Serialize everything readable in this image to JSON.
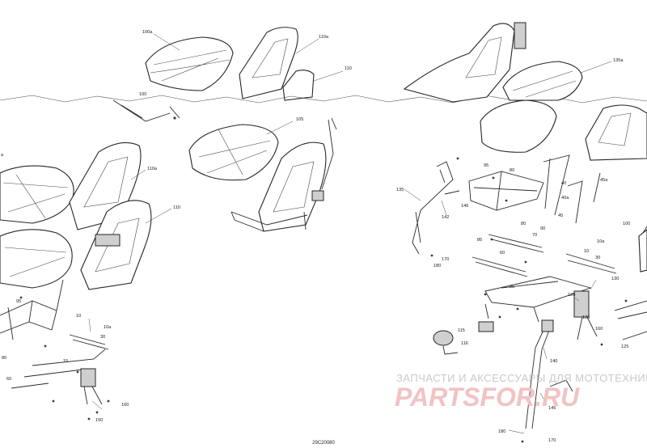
{
  "figure_code": "29C20080",
  "watermark": {
    "text": "ЗАПЧАСТИ И АКСЕССУАРЫ ДЛЯ МОТОТЕХНИКИ",
    "logo": "PARTSFOR.RU"
  },
  "callouts": [
    {
      "id": "c100a-top",
      "text": "100a"
    },
    {
      "id": "c110a-top",
      "text": "110a"
    },
    {
      "id": "c110-top",
      "text": "110"
    },
    {
      "id": "c100-top",
      "text": "100"
    },
    {
      "id": "c105",
      "text": "105"
    },
    {
      "id": "c110a-left",
      "text": "110a"
    },
    {
      "id": "c110-left",
      "text": "110"
    },
    {
      "id": "ca-left",
      "text": "a"
    },
    {
      "id": "c135a",
      "text": "135a"
    },
    {
      "id": "c135",
      "text": "135"
    },
    {
      "id": "c142",
      "text": "142"
    },
    {
      "id": "c146",
      "text": "146"
    },
    {
      "id": "c95",
      "text": "95"
    },
    {
      "id": "c80-r1",
      "text": "80"
    },
    {
      "id": "c80-r2",
      "text": "80"
    },
    {
      "id": "c40",
      "text": "40"
    },
    {
      "id": "c45a",
      "text": "45a"
    },
    {
      "id": "c45",
      "text": "45"
    },
    {
      "id": "c40a",
      "text": "40a"
    },
    {
      "id": "c90",
      "text": "90"
    },
    {
      "id": "c85",
      "text": "85"
    },
    {
      "id": "c70",
      "text": "70"
    },
    {
      "id": "c60-r",
      "text": "60"
    },
    {
      "id": "c170-r1",
      "text": "170"
    },
    {
      "id": "c180-r1",
      "text": "180"
    },
    {
      "id": "c10a-r",
      "text": "10a"
    },
    {
      "id": "c10-r",
      "text": "10"
    },
    {
      "id": "c30-r",
      "text": "30"
    },
    {
      "id": "c130",
      "text": "130"
    },
    {
      "id": "c25",
      "text": "25"
    },
    {
      "id": "c120",
      "text": "120"
    },
    {
      "id": "c126",
      "text": "126"
    },
    {
      "id": "c115",
      "text": "115"
    },
    {
      "id": "c116",
      "text": "116"
    },
    {
      "id": "c160-r",
      "text": "160"
    },
    {
      "id": "c125",
      "text": "125"
    },
    {
      "id": "c140",
      "text": "140"
    },
    {
      "id": "c145",
      "text": "145"
    },
    {
      "id": "c180-r2",
      "text": "180"
    },
    {
      "id": "c170-r2",
      "text": "170"
    },
    {
      "id": "c100-r",
      "text": "100"
    },
    {
      "id": "c10-left",
      "text": "10"
    },
    {
      "id": "c10a-left",
      "text": "10a"
    },
    {
      "id": "c30-left",
      "text": "30"
    },
    {
      "id": "c15",
      "text": "15"
    },
    {
      "id": "c80-left",
      "text": "80"
    },
    {
      "id": "c60-left",
      "text": "60"
    },
    {
      "id": "c150",
      "text": "150"
    },
    {
      "id": "c160-left",
      "text": "160"
    },
    {
      "id": "c95-left",
      "text": "95"
    }
  ]
}
